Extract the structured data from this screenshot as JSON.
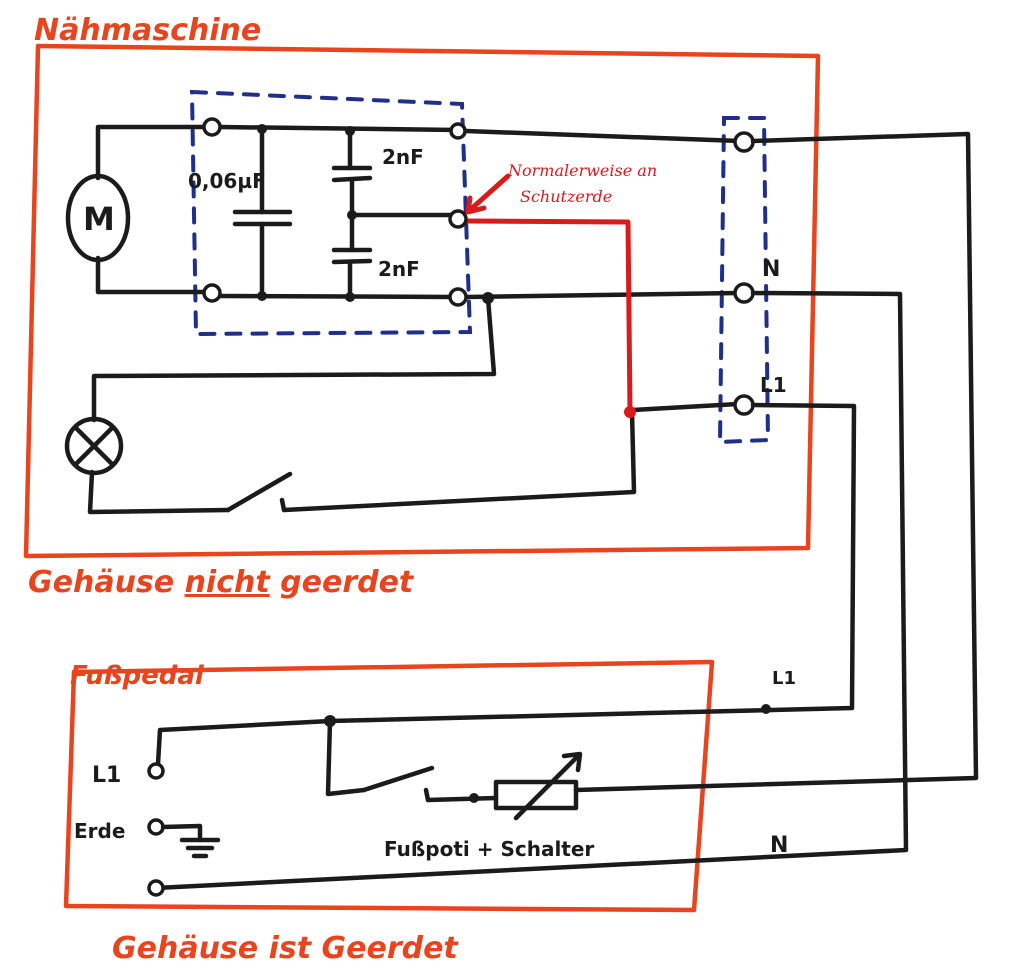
{
  "sewing_machine": {
    "title": "Nähmaschine",
    "motor_label": "M",
    "cap_small": "0,06µF",
    "cap_top": "2nF",
    "cap_bottom": "2nF",
    "note_line1": "Normalerweise an",
    "note_line2": "Schutzerde",
    "terminal_n": "N",
    "terminal_l1": "L1",
    "housing_note_a": "Gehäuse ",
    "housing_note_b": "nicht",
    "housing_note_c": " geerdet"
  },
  "foot_pedal": {
    "title": "Fußpedal",
    "l1_label": "L1",
    "earth_label": "Erde",
    "wire_l1": "L1",
    "wire_n": "N",
    "poti_label": "Fußpoti + Schalter",
    "housing_note": "Gehäuse ist Geerdet"
  },
  "colors": {
    "housing": "#e8451e",
    "wire": "#1b1b1b",
    "protective_earth_wire": "#d81b1b",
    "connector_block": "#1f2f8a"
  }
}
